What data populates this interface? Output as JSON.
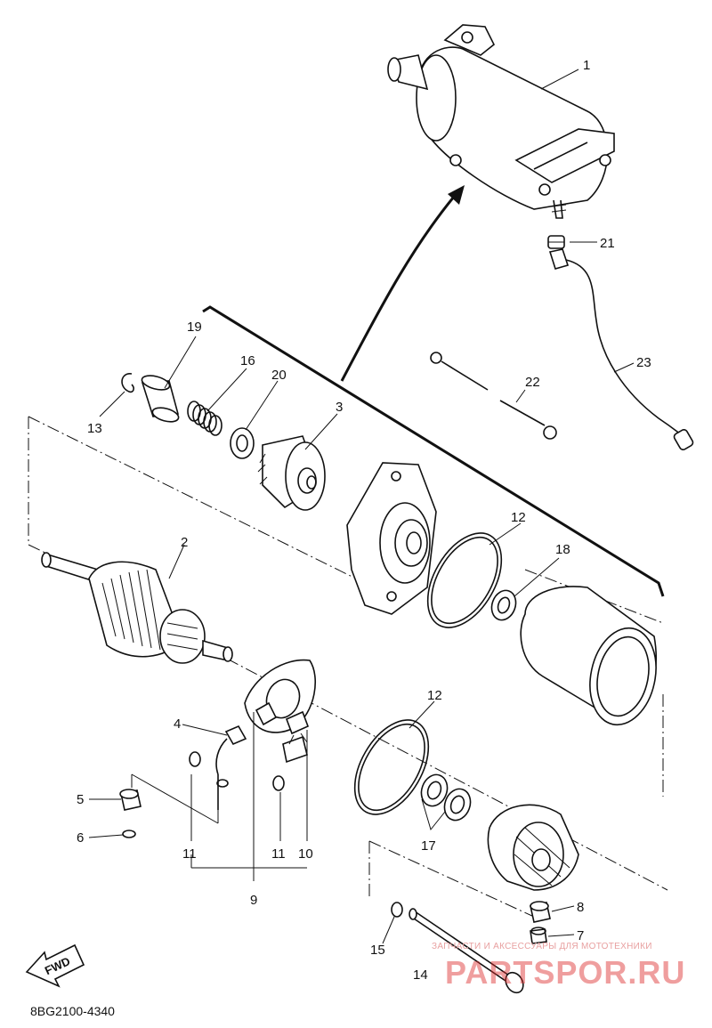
{
  "figure_code": "8BG2100-4340",
  "fwd_label": "FWD",
  "watermark": {
    "subtitle": "ЗАПЧАСТИ И АКСЕССУАРЫ ДЛЯ МОТОТЕХНИКИ",
    "brand": "PARTSPOR.RU"
  },
  "callouts": {
    "c1": "1",
    "c2": "2",
    "c3": "3",
    "c4": "4",
    "c5": "5",
    "c6": "6",
    "c7": "7",
    "c8": "8",
    "c9": "9",
    "c10": "10",
    "c11a": "11",
    "c11b": "11",
    "c12a": "12",
    "c12b": "12",
    "c13": "13",
    "c14": "14",
    "c15": "15",
    "c16": "16",
    "c17": "17",
    "c18": "18",
    "c19": "19",
    "c20": "20",
    "c21": "21",
    "c22": "22",
    "c23": "23"
  }
}
